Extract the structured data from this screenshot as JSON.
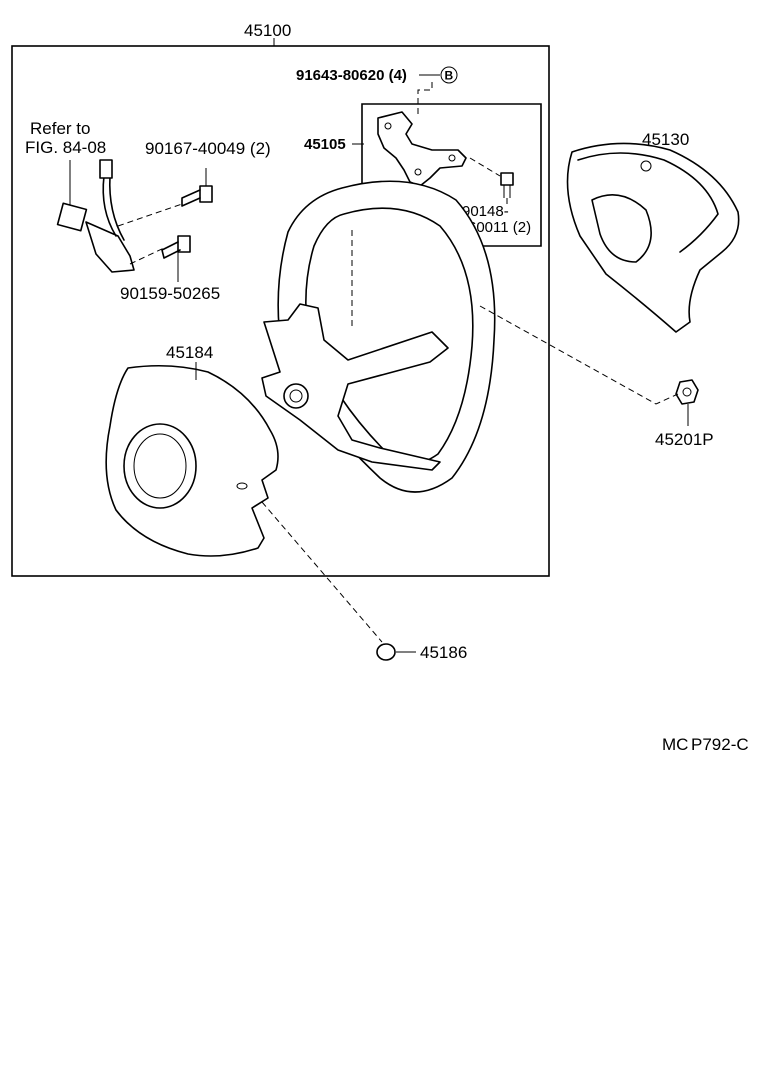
{
  "labels": {
    "assembly": "45100",
    "bolt_top": "91643-80620 (4)",
    "ref_b": "B",
    "bracket": "45105",
    "screw": "90148-",
    "screw_qty": "60011 (2)",
    "refer_line1": "Refer to",
    "refer_line2": "FIG. 84-08",
    "bolt_a": "90167-40049 (2)",
    "bolt_b": "90159-50265",
    "cover": "45184",
    "pad": "45130",
    "nut": "45201P",
    "clip": "45186",
    "code_a": "MC",
    "code_b": "P792-C"
  }
}
